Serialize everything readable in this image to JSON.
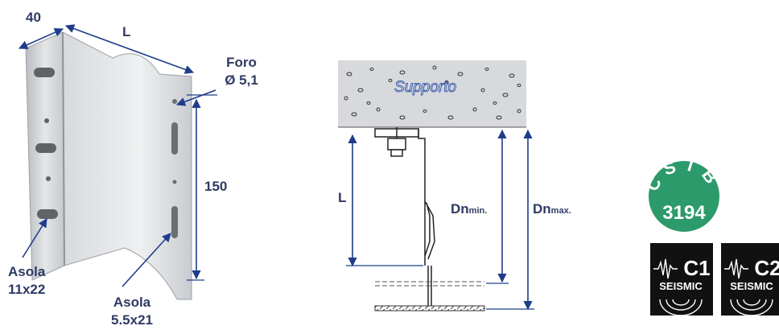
{
  "bracket": {
    "dim_width": "40",
    "dim_length": "L",
    "hole_label_1": "Foro",
    "hole_label_2": "Ø 5,1",
    "dim_height": "150",
    "slot_left_1": "Asola",
    "slot_left_2": "11x22",
    "slot_right_1": "Asola",
    "slot_right_2": "5.5x21"
  },
  "section": {
    "support_label": "Supporto",
    "dim_L": "L",
    "dn_min_main": "Dn",
    "dn_min_sub": "min.",
    "dn_max_main": "Dn",
    "dn_max_sub": "max."
  },
  "badges": {
    "cstb_text": "CSTB",
    "cstb_number": "3194",
    "seismic_c1": "C1",
    "seismic_c2": "C2",
    "seismic_word": "SEISMIC"
  },
  "colors": {
    "label_navy": "#2f3a63",
    "dimension_blue": "#1f3c8a",
    "cstb_green": "#2d9a6b",
    "badge_black": "#111111"
  }
}
